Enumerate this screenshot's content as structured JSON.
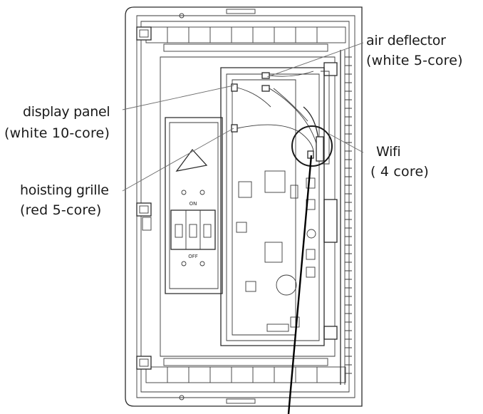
{
  "labels": {
    "air_deflector": {
      "name": "air deflector",
      "spec": "(white 5-core)"
    },
    "display_panel": {
      "name": "display panel",
      "spec": "(white 10-core)"
    },
    "wifi": {
      "name": "Wifi",
      "spec": "( 4 core)"
    },
    "hoisting_grille": {
      "name": "hoisting grille",
      "spec": "(red 5-core)"
    }
  },
  "switch": {
    "on_text": "ON",
    "off_text": "OFF"
  },
  "colors": {
    "ink": "#2b2b2b",
    "background": "#ffffff",
    "pointer": "#000000"
  }
}
